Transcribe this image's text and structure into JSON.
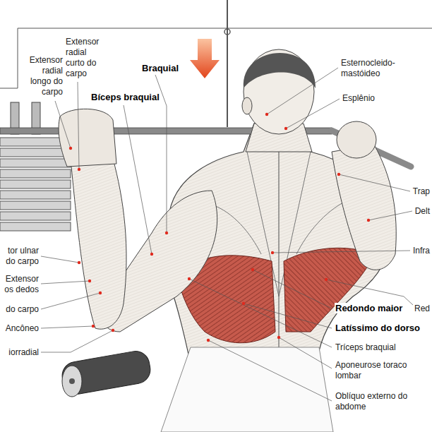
{
  "diagram": {
    "labels": [
      "Extensor radial longo do carpo",
      "Extensor radial curto do carpo",
      "Braquial",
      "Esternocleido- mastóideo",
      "Bíceps braquial",
      "Esplênio",
      "Trap",
      "Delt",
      "tor ulnar do carpo",
      "Infra",
      "Extensor os dedos",
      "do carpo",
      "Redondo maior",
      "Red",
      "Ancôneo",
      "Latíssimo do dorso",
      "Tríceps braquial",
      "iorradial",
      "Aponeurose toraco lombar",
      "Oblíquo externo do abdome"
    ]
  }
}
